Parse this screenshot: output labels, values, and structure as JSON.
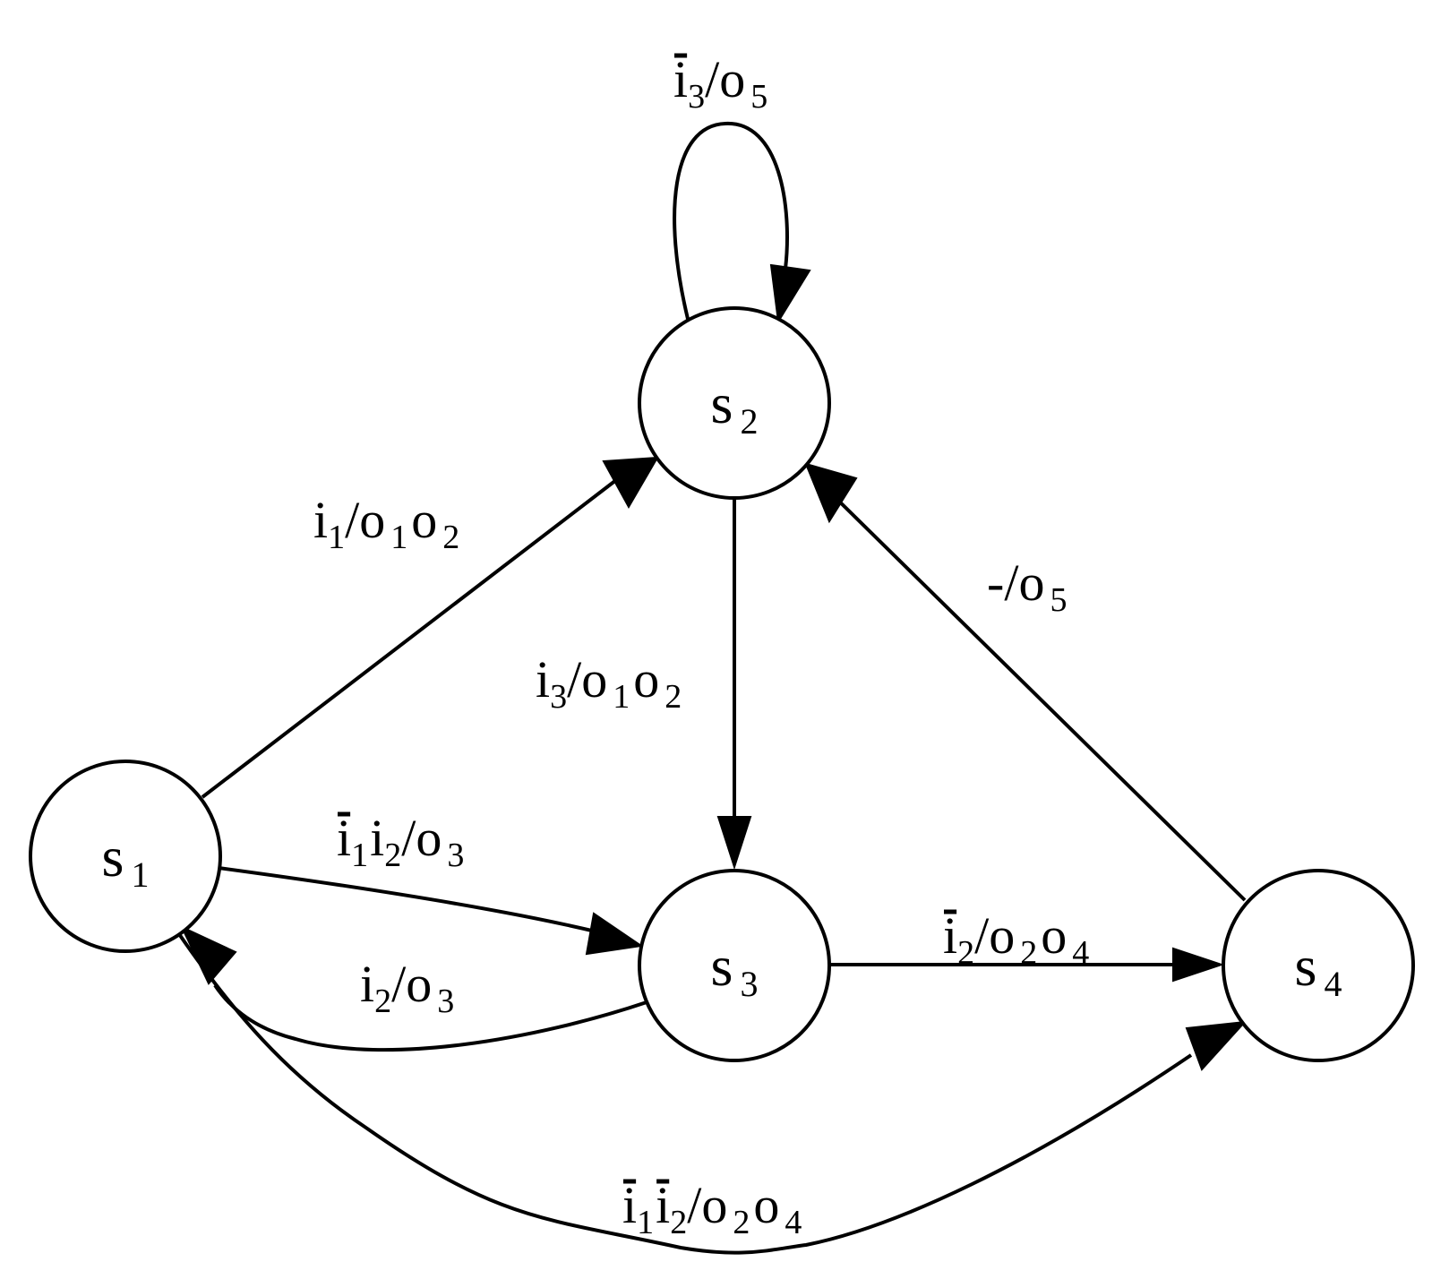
{
  "states": {
    "s1": {
      "letter": "s",
      "index": "1"
    },
    "s2": {
      "letter": "s",
      "index": "2"
    },
    "s3": {
      "letter": "s",
      "index": "3"
    },
    "s4": {
      "letter": "s",
      "index": "4"
    }
  },
  "transitions": {
    "s2_self": {
      "input": [
        {
          "neg": true,
          "var": "i",
          "index": "3"
        }
      ],
      "output": [
        {
          "var": "o",
          "index": "5"
        }
      ]
    },
    "s1_s2": {
      "input": [
        {
          "neg": false,
          "var": "i",
          "index": "1"
        }
      ],
      "output": [
        {
          "var": "o",
          "index": "1"
        },
        {
          "var": "o",
          "index": "2"
        }
      ]
    },
    "s2_s3": {
      "input": [
        {
          "neg": false,
          "var": "i",
          "index": "3"
        }
      ],
      "output": [
        {
          "var": "o",
          "index": "1"
        },
        {
          "var": "o",
          "index": "2"
        }
      ]
    },
    "s4_s2": {
      "input_text": "-",
      "output": [
        {
          "var": "o",
          "index": "5"
        }
      ]
    },
    "s1_s3": {
      "input": [
        {
          "neg": true,
          "var": "i",
          "index": "1"
        },
        {
          "neg": false,
          "var": "i",
          "index": "2"
        }
      ],
      "output": [
        {
          "var": "o",
          "index": "3"
        }
      ]
    },
    "s3_s1": {
      "input": [
        {
          "neg": false,
          "var": "i",
          "index": "2"
        }
      ],
      "output": [
        {
          "var": "o",
          "index": "3"
        }
      ]
    },
    "s3_s4": {
      "input": [
        {
          "neg": true,
          "var": "i",
          "index": "2"
        }
      ],
      "output": [
        {
          "var": "o",
          "index": "2"
        },
        {
          "var": "o",
          "index": "4"
        }
      ]
    },
    "s1_s4": {
      "input": [
        {
          "neg": true,
          "var": "i",
          "index": "1"
        },
        {
          "neg": true,
          "var": "i",
          "index": "2"
        }
      ],
      "output": [
        {
          "var": "o",
          "index": "2"
        },
        {
          "var": "o",
          "index": "4"
        }
      ]
    }
  },
  "separator": "/"
}
